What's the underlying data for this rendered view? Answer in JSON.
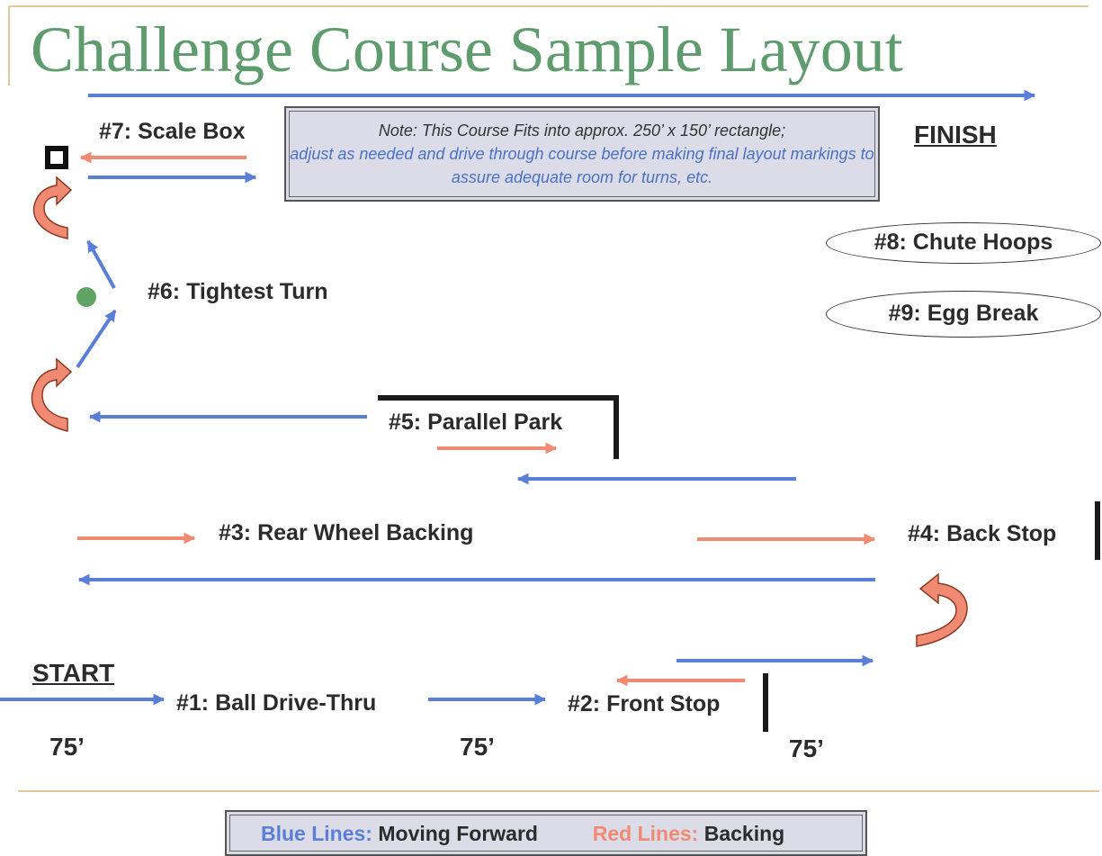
{
  "title": "Challenge Course Sample Layout",
  "note": {
    "line1": "Note: This Course Fits into approx. 250’ x 150’ rectangle;",
    "line2": "adjust as needed and drive through course before making final layout markings to assure adequate room for turns, etc."
  },
  "labels": {
    "finish": "FINISH",
    "start": "START",
    "station_1": "#1: Ball Drive-Thru",
    "station_2": "#2: Front Stop",
    "station_3": "#3: Rear Wheel Backing",
    "station_4": "#4: Back Stop",
    "station_5": "#5: Parallel Park",
    "station_6": "#6: Tightest Turn",
    "station_7": "#7: Scale Box",
    "station_8": "#8: Chute Hoops",
    "station_9": "#9: Egg Break"
  },
  "distances": [
    "75’",
    "75’",
    "75’"
  ],
  "legend": {
    "blue_label": "Blue Lines:",
    "blue_text": "Moving Forward",
    "red_label": "Red Lines:",
    "red_text": "Backing"
  },
  "colors": {
    "title": "#5e9c6e",
    "blue": "#5a7fd6",
    "red": "#f08a72",
    "rule": "#e0c89a"
  }
}
